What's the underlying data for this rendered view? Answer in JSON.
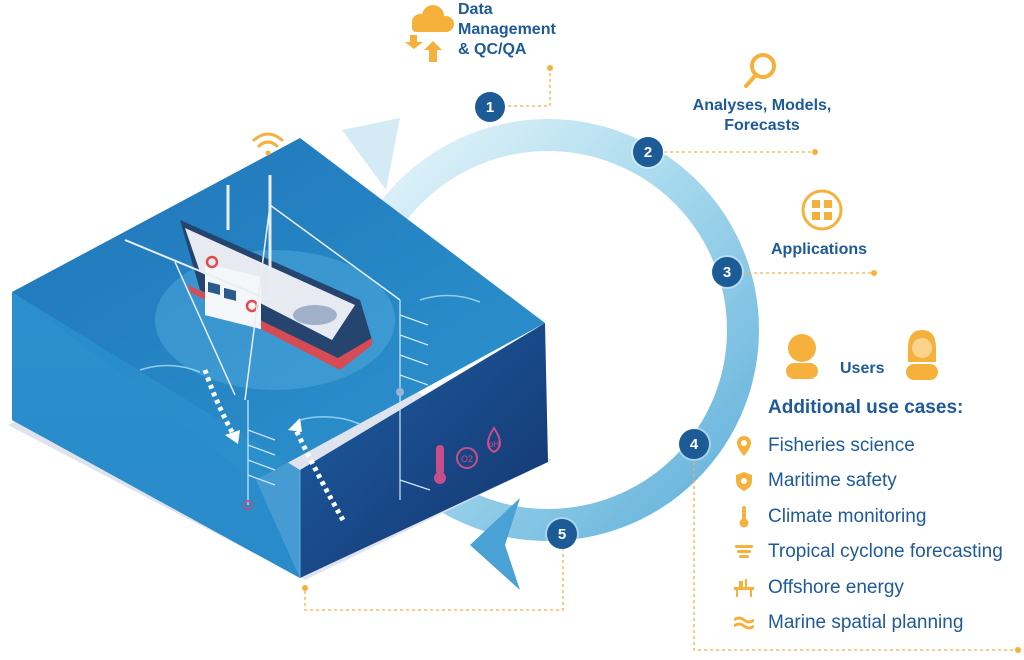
{
  "steps": [
    {
      "number": "1",
      "label": "Data Management & QC/QA",
      "lines": [
        "Data",
        "Management",
        "& QC/QA"
      ]
    },
    {
      "number": "2",
      "label": "Analyses, Models, Forecasts",
      "lines": [
        "Analyses, Models,",
        "Forecasts"
      ]
    },
    {
      "number": "3",
      "label": "Applications",
      "lines": [
        "Applications"
      ]
    },
    {
      "number": "4",
      "label": "Users",
      "lines": [
        "Users"
      ]
    },
    {
      "number": "5",
      "label": "",
      "lines": []
    }
  ],
  "use_cases": {
    "title": "Additional use cases:",
    "items": [
      {
        "label": "Fisheries science",
        "icon": "location-pin-icon"
      },
      {
        "label": "Maritime safety",
        "icon": "shield-icon"
      },
      {
        "label": "Climate monitoring",
        "icon": "thermometer-icon"
      },
      {
        "label": "Tropical cyclone forecasting",
        "icon": "cyclone-icon"
      },
      {
        "label": "Offshore energy",
        "icon": "offshore-platform-icon"
      },
      {
        "label": "Marine spatial planning",
        "icon": "waves-icon"
      }
    ]
  },
  "sensor_labels": {
    "oxygen": "O2",
    "ph": "pH"
  },
  "colors": {
    "navy": "#1d5b97",
    "text_blue": "#1f5a98",
    "accent_orange": "#f6b13d",
    "ocean_top": "#2a86c4",
    "ocean_side": "#1b67ab",
    "ocean_deep": "#163f7e",
    "cycle_light": "#d6eef8",
    "cycle_mid": "#7cc6e4"
  },
  "icons": {
    "cloud": "cloud-sync-icon",
    "search": "magnifier-icon",
    "apps": "grid-apps-icon",
    "users": [
      "male-user-icon",
      "female-user-icon"
    ],
    "wifi": "wifi-icon"
  }
}
